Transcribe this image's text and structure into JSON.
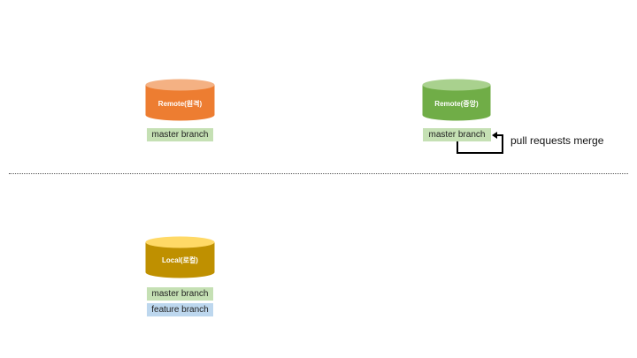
{
  "remote_origin": {
    "label": "Remote(원격)",
    "color": "#ed7d31",
    "branch": "master branch"
  },
  "remote_upstream": {
    "label": "Remote(중앙)",
    "color": "#70ad47",
    "branch": "master branch",
    "merge_label": "pull requests merge"
  },
  "local": {
    "label": "Local(로컬)",
    "color": "#bf9000",
    "branches": [
      "master branch",
      "feature branch"
    ]
  },
  "colors": {
    "master_tag": "#c5e0b4",
    "feature_tag": "#bdd7ee"
  }
}
